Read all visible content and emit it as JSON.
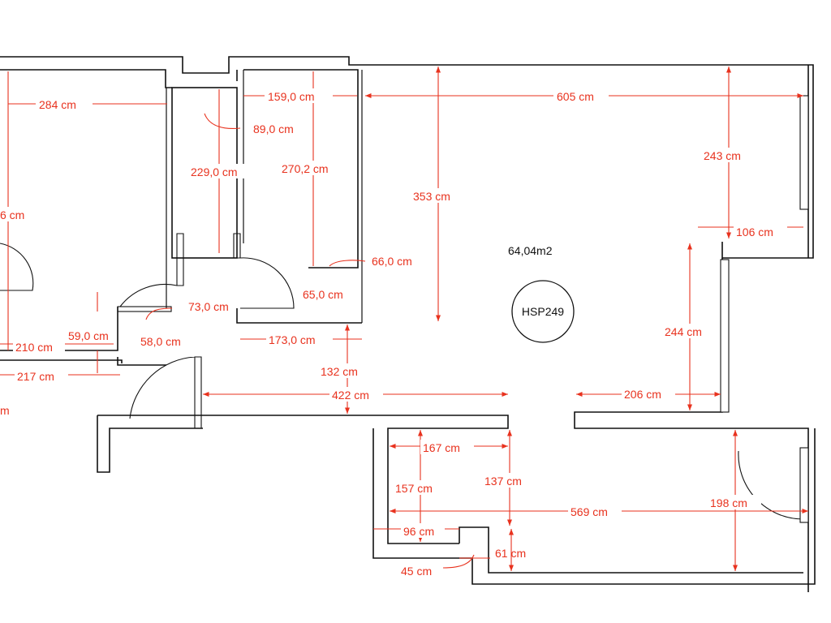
{
  "area": "64,04m2",
  "room_code": "HSP249",
  "dimensions": {
    "d284": "284 cm",
    "d159": "159,0 cm",
    "d605": "605 cm",
    "d89": "89,0 cm",
    "d229": "229,0 cm",
    "d270": "270,2 cm",
    "d353": "353 cm",
    "d243": "243 cm",
    "d106": "106 cm",
    "d6": "6 cm",
    "d66": "66,0 cm",
    "d65": "65,0 cm",
    "d73": "73,0 cm",
    "d59": "59,0 cm",
    "d58": "58,0 cm",
    "d210": "210 cm",
    "d173": "173,0 cm",
    "d244": "244 cm",
    "d217": "217 cm",
    "d132": "132 cm",
    "d422": "422 cm",
    "d206": "206 cm",
    "dm": "m",
    "d167": "167 cm",
    "d157": "157 cm",
    "d137": "137 cm",
    "d569": "569 cm",
    "d198": "198 cm",
    "d96": "96 cm",
    "d61": "61 cm",
    "d45": "45 cm"
  }
}
